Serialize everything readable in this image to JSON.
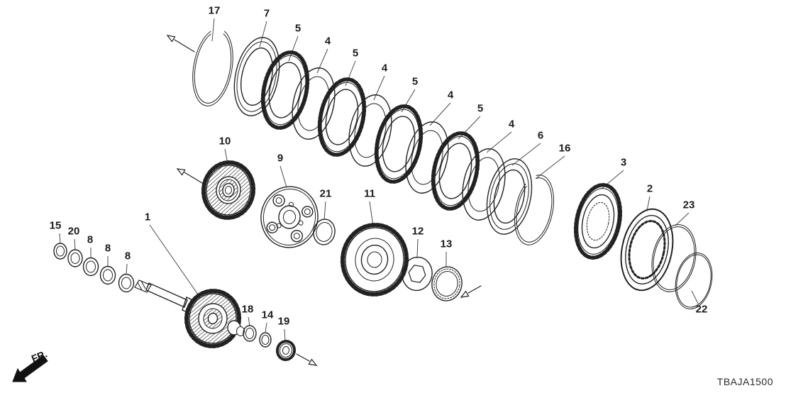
{
  "diagram": {
    "code": "TBAJA1500",
    "fr_label": "FR.",
    "callouts": [
      {
        "label": "17"
      },
      {
        "label": "7"
      },
      {
        "label": "5"
      },
      {
        "label": "4"
      },
      {
        "label": "5"
      },
      {
        "label": "4"
      },
      {
        "label": "5"
      },
      {
        "label": "4"
      },
      {
        "label": "5"
      },
      {
        "label": "4"
      },
      {
        "label": "6"
      },
      {
        "label": "16"
      },
      {
        "label": "3"
      },
      {
        "label": "2"
      },
      {
        "label": "23"
      },
      {
        "label": "10"
      },
      {
        "label": "9"
      },
      {
        "label": "21"
      },
      {
        "label": "11"
      },
      {
        "label": "12"
      },
      {
        "label": "13"
      },
      {
        "label": "15"
      },
      {
        "label": "20"
      },
      {
        "label": "8"
      },
      {
        "label": "8"
      },
      {
        "label": "8"
      },
      {
        "label": "1"
      },
      {
        "label": "18"
      },
      {
        "label": "14"
      },
      {
        "label": "19"
      },
      {
        "label": "22"
      }
    ]
  }
}
